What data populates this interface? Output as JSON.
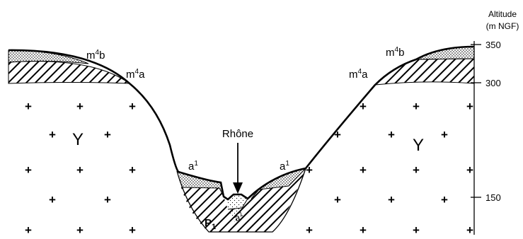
{
  "axis": {
    "title_line1": "Altitude",
    "title_line2": "(m NGF)",
    "ticks": [
      {
        "label": "350",
        "value": 350
      },
      {
        "label": "300",
        "value": 300
      },
      {
        "label": "150",
        "value": 150
      }
    ]
  },
  "labels": {
    "m4b": {
      "base": "m",
      "sup": "4",
      "rest": "b"
    },
    "m4a": {
      "base": "m",
      "sup": "4",
      "rest": "a"
    },
    "a1": {
      "base": "a",
      "sup": "1"
    },
    "p1": {
      "base": "P",
      "sub": "1"
    },
    "granite_symbol": "Y",
    "cross_symbol": "+",
    "river": "Rhône"
  },
  "colors": {
    "ink": "#000000",
    "background": "#ffffff"
  }
}
